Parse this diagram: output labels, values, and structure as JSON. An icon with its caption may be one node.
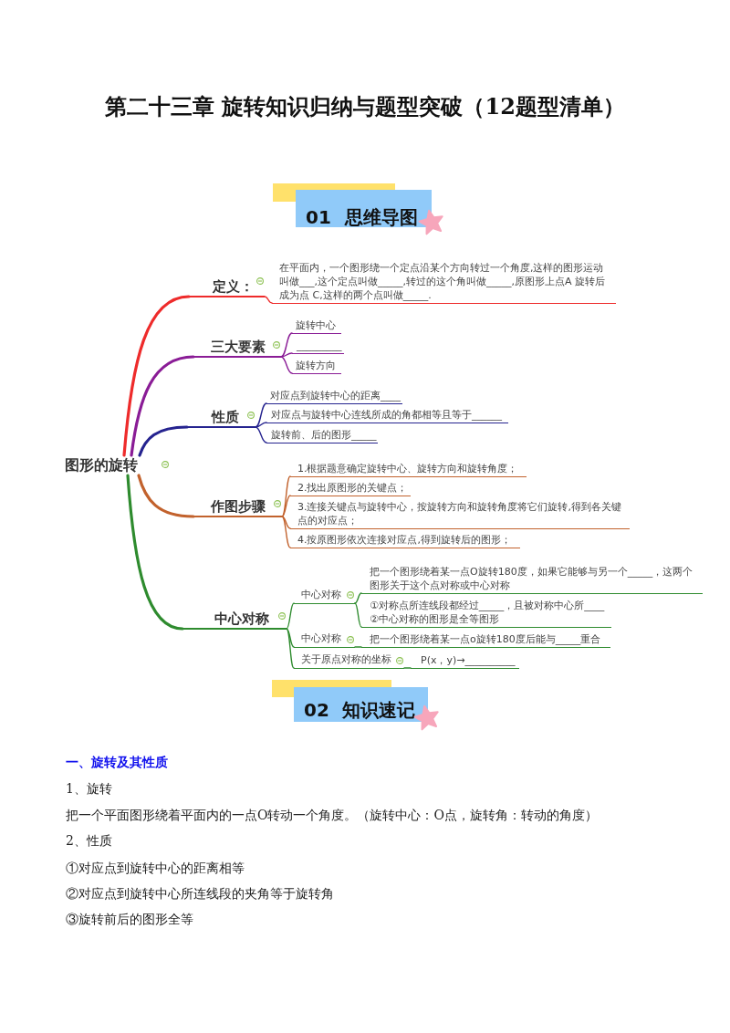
{
  "diagram": {
    "title": "第二十三章 旋转知识归纳与题型突破（12题型清单）",
    "nodes": [
      {
        "text": [
          "01",
          "思维导图"
        ]
      },
      {
        "text": [
          "图形的旋转"
        ]
      },
      {
        "text": [
          "定义："
        ]
      },
      {
        "text": [
          "在平面内，一个图形绕一个定点沿某个方向转过一个角度,这样的图形运动叫做___,这个定点叫做_____,转过的这个角叫做_____,原图形上点A 旋转后成为点 C,这样的两个点叫做_____."
        ]
      },
      {
        "text": [
          "三大要素"
        ]
      },
      {
        "text": [
          "旋转中心"
        ]
      },
      {
        "text": [
          "_________"
        ]
      },
      {
        "text": [
          "旋转方向"
        ]
      },
      {
        "text": [
          "性质"
        ]
      },
      {
        "text": [
          "对应点到旋转中心的距离____"
        ]
      },
      {
        "text": [
          "对应点与旋转中心连线所成的角都相等且等于______"
        ]
      },
      {
        "text": [
          "旋转前、后的图形_____"
        ]
      },
      {
        "text": [
          "作图步骤"
        ]
      },
      {
        "text": [
          "1.根据题意确定旋转中心、旋转方向和旋转角度；"
        ]
      },
      {
        "text": [
          "2.找出原图形的关键点；"
        ]
      },
      {
        "text": [
          "3.连接关键点与旋转中心，按旋转方向和旋转角度将它们旋转,得到各关键点的对应点；"
        ]
      },
      {
        "text": [
          "4.按原图形依次连接对应点,得到旋转后的图形；"
        ]
      },
      {
        "text": [
          "中心对称"
        ]
      },
      {
        "text": [
          "中心对称"
        ]
      },
      {
        "text": [
          "把一个图形绕着某一点O旋转180度，如果它能够与另一个_____，这两个图形关于这个点对称或中心对称"
        ]
      },
      {
        "text": [
          "①对称点所连线段都经过_____，且被对称中心所____",
          "②中心对称的图形是全等图形"
        ]
      },
      {
        "text": [
          "中心对称"
        ]
      },
      {
        "text": [
          "把一个图形绕着某一点o旋转180度后能与_____重合"
        ]
      },
      {
        "text": [
          "关于原点对称的坐标"
        ]
      },
      {
        "text": [
          "P(x，y)→__________"
        ]
      },
      {
        "text": [
          "02",
          "知识速记"
        ]
      }
    ],
    "edges": [
      {
        "from": 1,
        "to": 2,
        "arrow": "none",
        "style": "thick",
        "color": "#ee2b2b"
      },
      {
        "from": 2,
        "to": 3,
        "arrow": "none",
        "color": "#ee2b2b"
      },
      {
        "from": 1,
        "to": 4,
        "arrow": "none",
        "style": "thick",
        "color": "#8a1c96"
      },
      {
        "from": 4,
        "to": 5,
        "arrow": "none",
        "color": "#8a1c96"
      },
      {
        "from": 4,
        "to": 6,
        "arrow": "none",
        "color": "#8a1c96"
      },
      {
        "from": 4,
        "to": 7,
        "arrow": "none",
        "color": "#8a1c96"
      },
      {
        "from": 1,
        "to": 8,
        "arrow": "none",
        "style": "thick",
        "color": "#25238f"
      },
      {
        "from": 8,
        "to": 9,
        "arrow": "none",
        "color": "#25238f"
      },
      {
        "from": 8,
        "to": 10,
        "arrow": "none",
        "color": "#25238f"
      },
      {
        "from": 8,
        "to": 11,
        "arrow": "none",
        "color": "#25238f"
      },
      {
        "from": 1,
        "to": 12,
        "arrow": "none",
        "style": "thick",
        "color": "#c2622d"
      },
      {
        "from": 12,
        "to": 13,
        "arrow": "none",
        "color": "#c2622d"
      },
      {
        "from": 12,
        "to": 14,
        "arrow": "none",
        "color": "#c2622d"
      },
      {
        "from": 12,
        "to": 15,
        "arrow": "none",
        "color": "#c2622d"
      },
      {
        "from": 12,
        "to": 16,
        "arrow": "none",
        "color": "#c2622d"
      },
      {
        "from": 1,
        "to": 17,
        "arrow": "none",
        "style": "thick"
      },
      {
        "from": 17,
        "to": 18,
        "arrow": "none"
      },
      {
        "from": 17,
        "to": 21,
        "arrow": "none"
      },
      {
        "from": 17,
        "to": 23,
        "arrow": "none"
      },
      {
        "from": 18,
        "to": 19,
        "arrow": "none"
      },
      {
        "from": 18,
        "to": 20,
        "arrow": "none"
      },
      {
        "from": 21,
        "to": 22,
        "arrow": "none"
      },
      {
        "from": 23,
        "to": 24,
        "arrow": "none"
      }
    ],
    "labels": [
      "一、旋转及其性质",
      "1、旋转",
      "把一个平面图形绕着平面内的一点O转动一个角度。（旋转中心：O点，旋转角：转动的角度）",
      "2、性质",
      "①对应点到旋转中心的距离相等",
      "②对应点到旋转中心所连线段的夹角等于旋转角",
      "③旋转前后的图形全等"
    ]
  }
}
